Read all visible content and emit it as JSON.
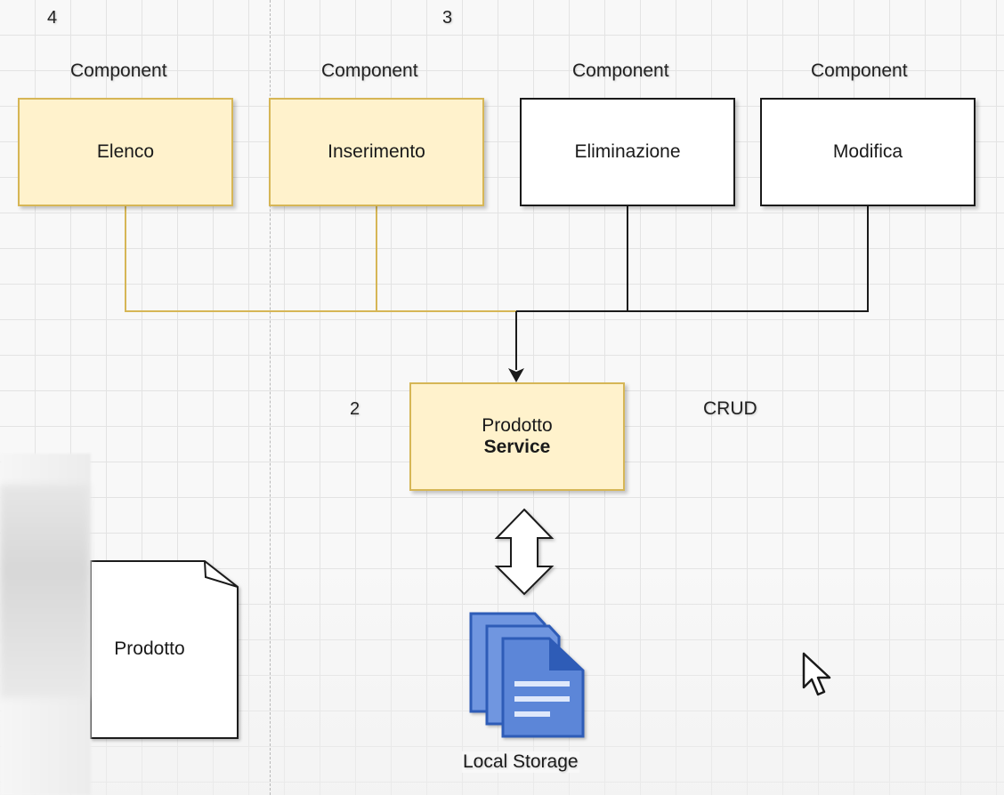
{
  "numbers": {
    "n4": "4",
    "n3": "3",
    "n2": "2"
  },
  "components": [
    {
      "header": "Component",
      "label": "Elenco"
    },
    {
      "header": "Component",
      "label": "Inserimento"
    },
    {
      "header": "Component",
      "label": "Eliminazione"
    },
    {
      "header": "Component",
      "label": "Modifica"
    }
  ],
  "service": {
    "line1": "Prodotto",
    "line2": "Service"
  },
  "crud_label": "CRUD",
  "product_model": {
    "label": "Prodotto"
  },
  "storage": {
    "label": "Local Storage"
  },
  "colors": {
    "yellow_fill": "#fff2cc",
    "yellow_stroke": "#d6b656",
    "dark_stroke": "#1a1a1a",
    "storage_blue": "#5b86d8",
    "storage_blue_dark": "#2f5bb7"
  }
}
